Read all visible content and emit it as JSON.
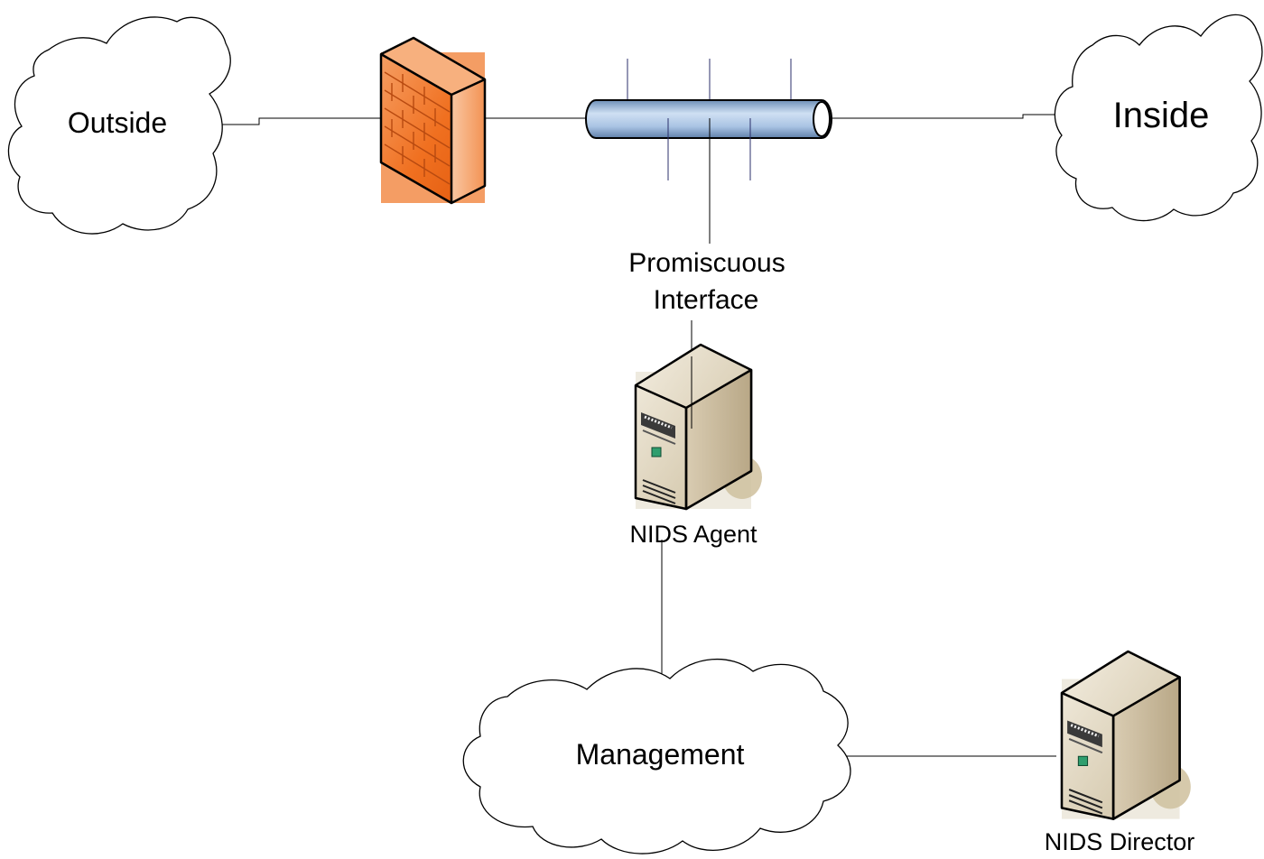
{
  "clouds": {
    "outside": "Outside",
    "inside": "Inside",
    "management": "Management"
  },
  "labels": {
    "promiscuous_line1": "Promiscuous",
    "promiscuous_line2": "Interface",
    "agent": "NIDS Agent",
    "director": "NIDS Director"
  },
  "icons": {
    "firewall": "firewall-icon",
    "hub": "network-bus-icon",
    "server": "server-tower-icon"
  },
  "colors": {
    "firewall": "#f07020",
    "bus": "#a9c3e3",
    "server": "#d9ccb2"
  }
}
